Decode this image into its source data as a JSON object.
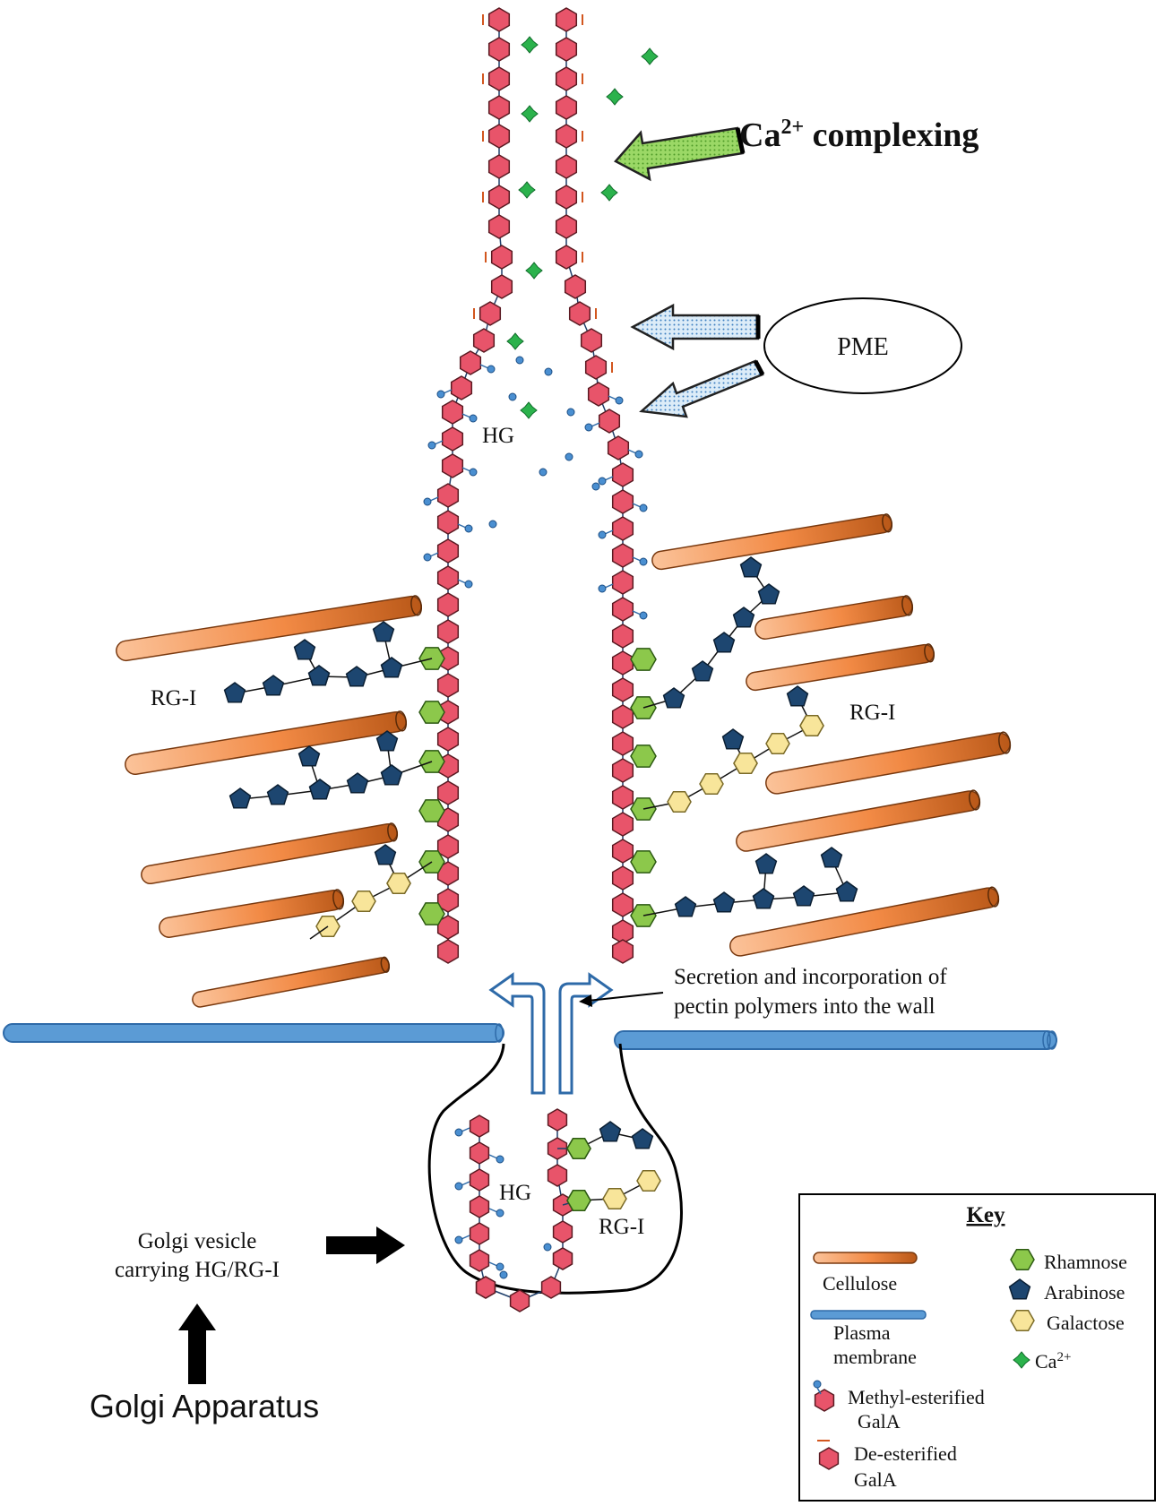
{
  "labels": {
    "ca_complexing_main": "Ca",
    "ca_complexing_sup": "2+",
    "ca_complexing_rest": " complexing",
    "pme": "PME",
    "hg_top": "HG",
    "rg1_left": "RG-I",
    "rg1_right": "RG-I",
    "secretion_line1": "Secretion and incorporation of",
    "secretion_line2": "pectin polymers into the wall",
    "hg_vesicle": "HG",
    "rg1_vesicle": "RG-I",
    "golgi_vesicle_line1": "Golgi vesicle",
    "golgi_vesicle_line2": "carrying HG/RG-I",
    "golgi_apparatus": "Golgi Apparatus"
  },
  "key": {
    "title": "Key",
    "cellulose": "Cellulose",
    "plasma_line1": "Plasma",
    "plasma_line2": "membrane",
    "methyl_line1": "Methyl-esterified",
    "methyl_line2": "GalA",
    "deest_line1": "De-esterified",
    "deest_line2": "GalA",
    "rhamnose": "Rhamnose",
    "arabinose": "Arabinose",
    "galactose": "Galactose",
    "ca": "Ca",
    "ca_sup": "2+"
  },
  "colors": {
    "galA": "#e8546a",
    "rhamnose": "#8cc84b",
    "arabinose": "#1d4670",
    "galactose": "#f8e59a",
    "methyl": "#4a8fd1",
    "calcium": "#2bb24c",
    "cellulose_light": "#f9b483",
    "cellulose_dark": "#c0601e",
    "membrane": "#5b9bd5",
    "arrow_green": "#8ad04e",
    "arrow_blue": "#cfe6f6"
  }
}
